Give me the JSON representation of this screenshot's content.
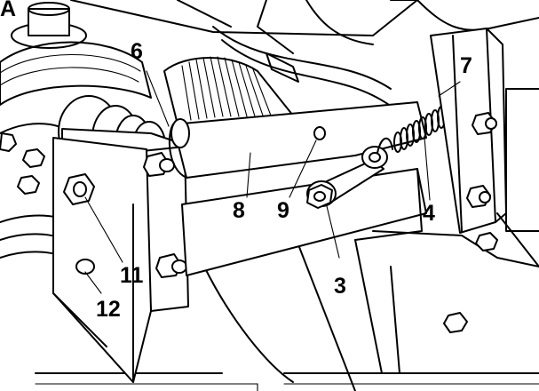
{
  "figure": {
    "corner_letter": "A",
    "callouts": [
      {
        "id": "6",
        "label": "6"
      },
      {
        "id": "7",
        "label": "7"
      },
      {
        "id": "8",
        "label": "8"
      },
      {
        "id": "9",
        "label": "9"
      },
      {
        "id": "4",
        "label": "4"
      },
      {
        "id": "3",
        "label": "3"
      },
      {
        "id": "11",
        "label": "11"
      },
      {
        "id": "12",
        "label": "12"
      }
    ]
  }
}
